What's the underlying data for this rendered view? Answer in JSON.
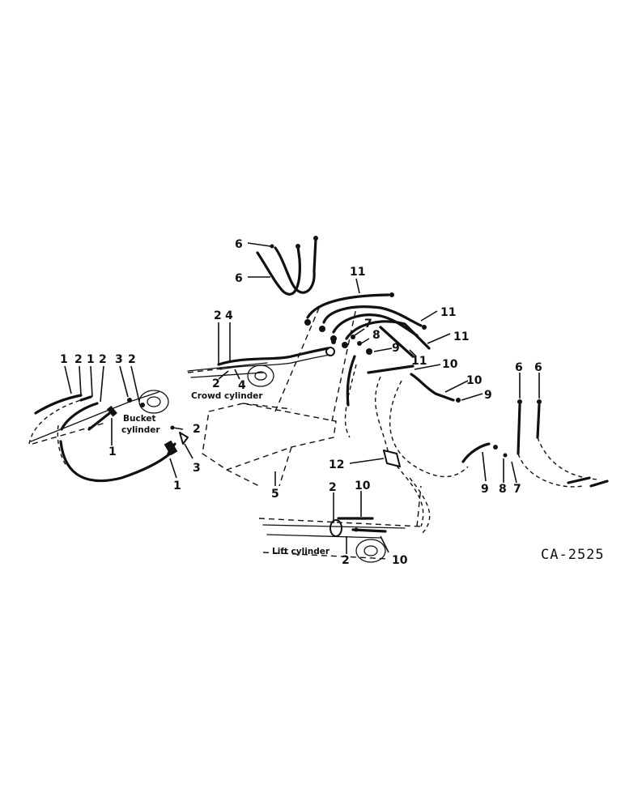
{
  "figure_code": "CA-2525",
  "labels": {
    "bucket": "Bucket",
    "bucket2": "cylinder",
    "crowd": "Crowd cylinder",
    "lift": "Lift cylinder"
  },
  "callouts": {
    "c1a": "1",
    "c2a": "2",
    "c1b": "1",
    "c2b": "2",
    "c3a": "3",
    "c2c": "2",
    "c1c": "1",
    "c2d": "2",
    "c3b": "3",
    "c1d": "1",
    "c2e": "2",
    "c4a": "4",
    "c2f": "2",
    "c4b": "4",
    "c6a": "6",
    "c6b": "6",
    "c11a": "11",
    "c11b": "11",
    "c11c": "11",
    "c11d": "11",
    "c7a": "7",
    "c8a": "8",
    "c9a": "9",
    "c10a": "10",
    "c10b": "10",
    "c9b": "9",
    "c6c": "6",
    "c6d": "6",
    "c12": "12",
    "c5": "5",
    "c2g": "2",
    "c10c": "10",
    "c2h": "2",
    "c10d": "10",
    "c9c": "9",
    "c8b": "8",
    "c7b": "7"
  }
}
